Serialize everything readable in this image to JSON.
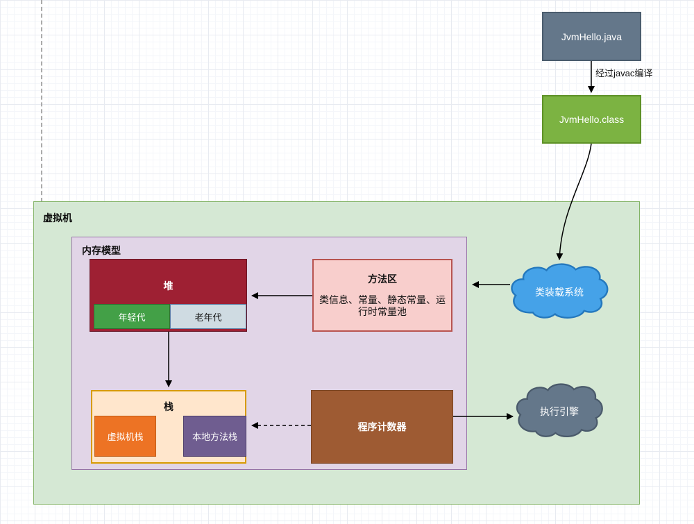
{
  "diagram": {
    "boxes": {
      "java_file": {
        "label": "JvmHello.java",
        "fill": "#64778a"
      },
      "class_file": {
        "label": "JvmHello.class",
        "fill": "#7cb342"
      },
      "vm_container": {
        "label": "虚拟机",
        "fill": "#d5e8d4"
      },
      "memory_model": {
        "label": "内存模型",
        "fill": "#e1d5e7"
      },
      "heap": {
        "label": "堆",
        "fill": "#9e2033"
      },
      "young_gen": {
        "label": "年轻代",
        "fill": "#43a047"
      },
      "old_gen": {
        "label": "老年代",
        "fill": "#cfdbe2"
      },
      "method_area": {
        "title": "方法区",
        "body": "类信息、常量、静态常量、运行时常量池",
        "fill": "#f8cecc"
      },
      "stack": {
        "label": "栈",
        "fill": "#ffe6cc"
      },
      "vm_stack": {
        "label": "虚拟机栈",
        "fill": "#ed7324"
      },
      "native_stack": {
        "label": "本地方法栈",
        "fill": "#6f5d90"
      },
      "pc_register": {
        "label": "程序计数器",
        "fill": "#9e5b33"
      }
    },
    "clouds": {
      "class_loader": {
        "label": "类装载系统",
        "fill": "#45a2e8"
      },
      "exec_engine": {
        "label": "执行引擎",
        "fill": "#64778a"
      }
    },
    "edges": {
      "compile_label": "经过javac编译"
    }
  }
}
